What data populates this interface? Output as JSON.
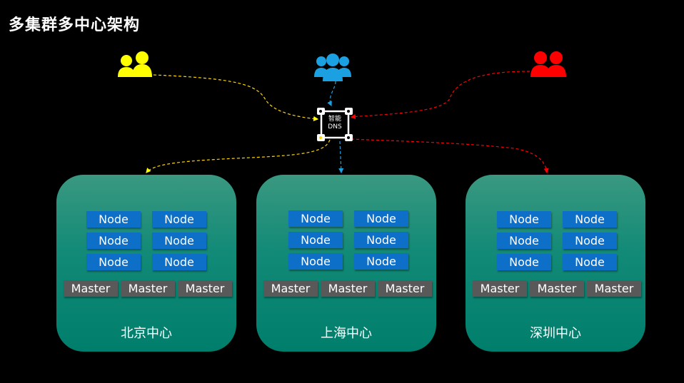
{
  "title": "多集群多中心架构",
  "dns": {
    "line1": "智能",
    "line2": "DNS"
  },
  "colors": {
    "yellow_users": "#ffff00",
    "blue_users": "#1ba1e2",
    "red_users": "#ff0000",
    "dc_green": "#118a77",
    "node_blue": "#0d6fc7",
    "master_gray": "#595959"
  },
  "datacenters": [
    {
      "name": "北京中心",
      "nodes": [
        "Node",
        "Node",
        "Node",
        "Node",
        "Node",
        "Node"
      ],
      "masters": [
        "Master",
        "Master",
        "Master"
      ]
    },
    {
      "name": "上海中心",
      "nodes": [
        "Node",
        "Node",
        "Node",
        "Node",
        "Node",
        "Node"
      ],
      "masters": [
        "Master",
        "Master",
        "Master"
      ]
    },
    {
      "name": "深圳中心",
      "nodes": [
        "Node",
        "Node",
        "Node",
        "Node",
        "Node",
        "Node"
      ],
      "masters": [
        "Master",
        "Master",
        "Master"
      ]
    }
  ]
}
